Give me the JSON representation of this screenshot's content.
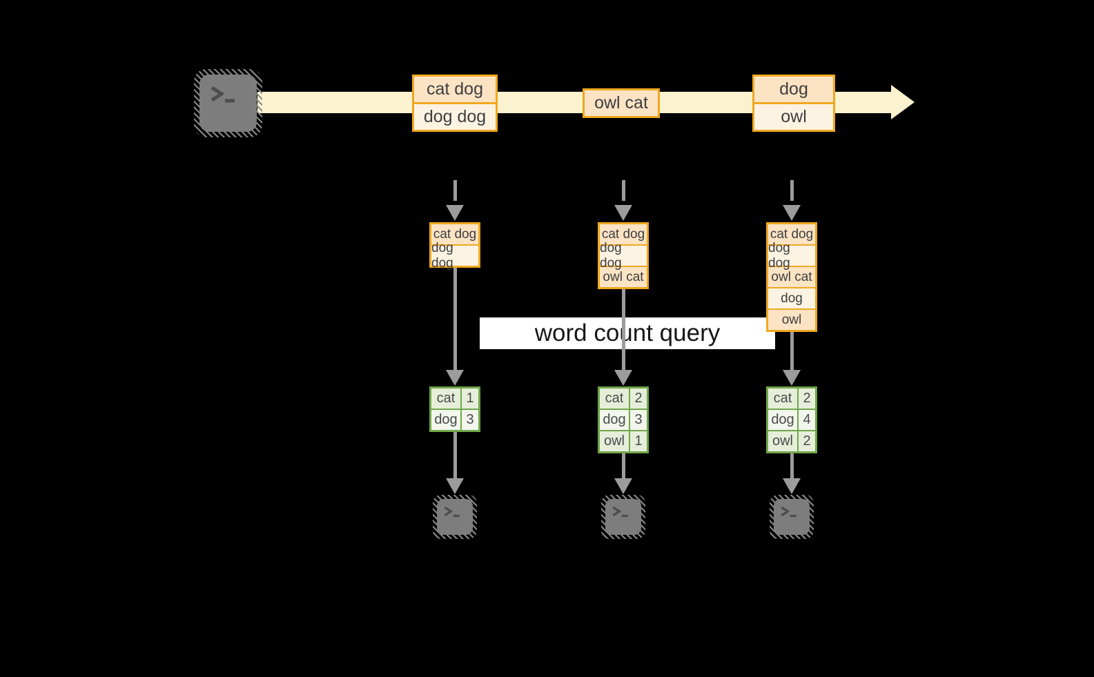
{
  "query": {
    "label": "word count query"
  },
  "stream": {
    "records": [
      {
        "rows": [
          "cat dog",
          "dog dog"
        ]
      },
      {
        "rows": [
          "owl cat"
        ]
      },
      {
        "rows": [
          "dog",
          "owl"
        ]
      }
    ]
  },
  "stacks": [
    {
      "rows": [
        "cat dog",
        "dog dog"
      ]
    },
    {
      "rows": [
        "cat dog",
        "dog dog",
        "owl cat"
      ]
    },
    {
      "rows": [
        "cat dog",
        "dog dog",
        "owl cat",
        "dog",
        "owl"
      ]
    }
  ],
  "tables": [
    {
      "rows": [
        [
          "cat",
          "1"
        ],
        [
          "dog",
          "3"
        ]
      ]
    },
    {
      "rows": [
        [
          "cat",
          "2"
        ],
        [
          "dog",
          "3"
        ],
        [
          "owl",
          "1"
        ]
      ]
    },
    {
      "rows": [
        [
          "cat",
          "2"
        ],
        [
          "dog",
          "4"
        ],
        [
          "owl",
          "2"
        ]
      ]
    }
  ],
  "icons": {
    "source": "terminal-icon",
    "sinks": [
      "terminal-icon",
      "terminal-icon",
      "terminal-icon"
    ],
    "stream_arrow": "right-arrow-icon",
    "connectors": "down-arrow-icon"
  },
  "colors": {
    "background": "#000000",
    "stream": "#FBF2CF",
    "gold": "#F0A81F",
    "peach": "#FBE3C4",
    "cream": "#FDF3E3",
    "green": "#6FA74A",
    "cell_a": "#E6EEDA",
    "cell_b": "#F2F6EC",
    "gray": "#9C9C9C",
    "terminal": "#7D7D7D",
    "glyph": "#4C4C4C",
    "text": "#3E3E3E",
    "query_bg": "#FFFFFF",
    "query_text": "#161616"
  }
}
